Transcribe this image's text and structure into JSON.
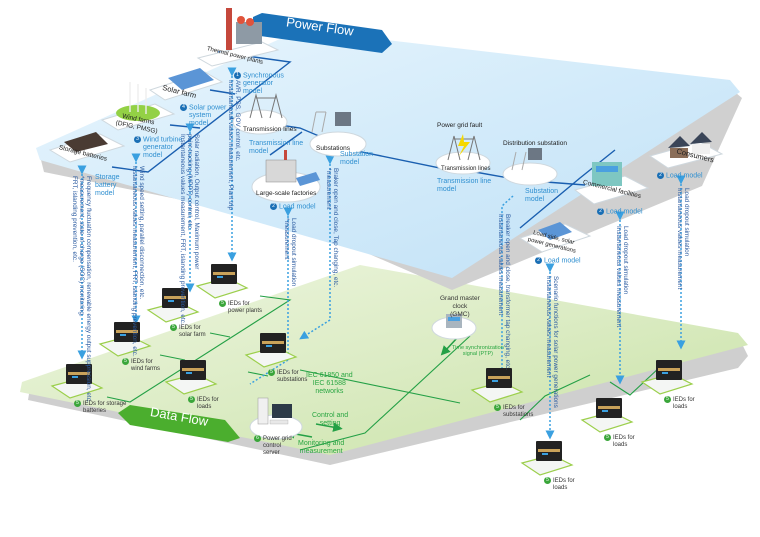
{
  "banners": {
    "power_flow": "Power Flow",
    "data_flow": "Data Flow"
  },
  "colors": {
    "power_platform": "#d4ebfa",
    "data_platform": "#dcebc4",
    "power_line": "#1a5fb0",
    "data_line": "#24a046",
    "dashed_arrow": "#3aa0e0",
    "banner_blue": "#1b72b8",
    "banner_green": "#4bae2e"
  },
  "power_nodes": {
    "thermal": {
      "name": "Thermal power plants",
      "badge": "1",
      "model": [
        "Synchronous",
        "generator",
        "model"
      ]
    },
    "solar_farm": {
      "name": "Solar farm",
      "badge": "4",
      "model": [
        "Solar power",
        "system",
        "model"
      ]
    },
    "wind_farms": {
      "name": [
        "Wind farms",
        "(DFIG, PMSG)"
      ],
      "badge": "3",
      "model": [
        "Wind turbine",
        "generator",
        "model"
      ]
    },
    "storage": {
      "name": "Storage batteries",
      "model": [
        "Storage",
        "battery",
        "model"
      ]
    },
    "transmission1": {
      "name": "Transmission lines",
      "model": [
        "Transmission line",
        "model"
      ]
    },
    "substations": {
      "name": "Substations",
      "model": [
        "Substation",
        "model"
      ]
    },
    "factories": {
      "name": "Large-scale factories",
      "badge": "2",
      "model": "Load model"
    },
    "fault": {
      "title": "Power grid fault",
      "name": "Transmission lines",
      "model": [
        "Transmission line",
        "model"
      ]
    },
    "distribution": {
      "title": "Distribution substation",
      "model": [
        "Substation",
        "model"
      ]
    },
    "consumers": {
      "name": "Consumers",
      "badge": "2",
      "model": "Load model"
    },
    "commercial": {
      "name": "Commercial facilities",
      "badge": "2",
      "model": "Load model"
    },
    "loadside": {
      "name": [
        "Load side, solar",
        "power generations"
      ],
      "badge": "2",
      "model": "Load model"
    }
  },
  "data_nodes": {
    "ied_power_plants": {
      "badge": "5",
      "label": [
        "IEDs for",
        "power plants"
      ]
    },
    "ied_solar_farm": {
      "badge": "5",
      "label": [
        "IEDs for",
        "solar farm"
      ]
    },
    "ied_wind_farms": {
      "badge": "5",
      "label": [
        "IEDs for",
        "wind farms"
      ]
    },
    "ied_storage": {
      "badge": "5",
      "label": [
        "IEDs for storage",
        "batteries"
      ]
    },
    "ied_loads_left": {
      "badge": "5",
      "label": [
        "IEDs for",
        "loads"
      ]
    },
    "ied_substations_left": {
      "badge": "5",
      "label": [
        "IEDs for",
        "substations"
      ]
    },
    "ied_substations_right": {
      "badge": "5",
      "label": [
        "IEDs for",
        "substations"
      ]
    },
    "ied_loads_a": {
      "badge": "5",
      "label": [
        "IEDs for",
        "loads"
      ]
    },
    "ied_loads_b": {
      "badge": "5",
      "label": [
        "IEDs for",
        "loads"
      ]
    },
    "ied_loads_c": {
      "badge": "5",
      "label": [
        "IEDs for",
        "loads"
      ]
    },
    "server": {
      "badge": "6",
      "label": [
        "Power grid",
        "control",
        "server"
      ]
    },
    "gmc": {
      "label": [
        "Grand master",
        "clock",
        "(GMC)"
      ],
      "signal": [
        "Time synchronization",
        "signal (PTP)"
      ]
    },
    "network": [
      "IEC 61850 and",
      "IEC 61588",
      "networks"
    ],
    "control": [
      "Control and",
      "setting"
    ],
    "monitoring": [
      "Monitoring and",
      "measurement"
    ]
  },
  "links": [
    {
      "id": "storage",
      "lines": [
        "Frequency fluctuation compensation, renewable energy output suppression, etc.",
        "*measurement, state of charge (SOC) monitoring,",
        "FRT, islanding prevention, etc."
      ]
    },
    {
      "id": "wind",
      "lines": [
        "Wind speed setting, parallel disconnection, etc.",
        "Instantaneous values measurement, FRT, islanding prevention, etc."
      ]
    },
    {
      "id": "solar",
      "lines": [
        "Solar radiation, Output control, Maximum power",
        "point tracking (MPPT) control, etc.",
        "Instantaneous values measurement, FRT, islanding prevention, etc."
      ]
    },
    {
      "id": "thermal",
      "lines": [
        "AVR, PSS, GOV control, etc.",
        "Instantaneous values measurement, Plant trip"
      ]
    },
    {
      "id": "factory",
      "lines": [
        "Load dropout simulation",
        "*measurement"
      ]
    },
    {
      "id": "substation",
      "lines": [
        "Braker open and close, Tap changing, etc.",
        "*measurement"
      ]
    },
    {
      "id": "distribution",
      "lines": [
        "Breaker open and close, transformer tap changing, etc.",
        "Instantaneous values measurement"
      ]
    },
    {
      "id": "loadside",
      "lines": [
        "Scenario functions for solar power generations",
        "Instantaneous values measurement"
      ]
    },
    {
      "id": "commercial",
      "lines": [
        "Load dropout simulation",
        "Instantaneous values measurement"
      ]
    },
    {
      "id": "consumers",
      "lines": [
        "Load dropout simulation",
        "Instantaneous values measurement"
      ]
    }
  ]
}
